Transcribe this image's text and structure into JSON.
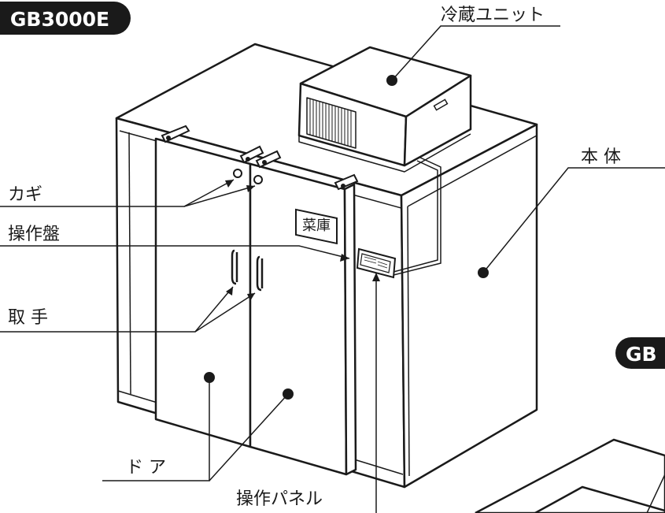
{
  "model_badge": "GB3000E",
  "second_badge": "GB",
  "plate_text": "菜庫",
  "labels": {
    "cooling_unit": "冷蔵ユニット",
    "body": "本 体",
    "key": "カギ",
    "control_board": "操作盤",
    "handle": "取 手",
    "door": "ド ア",
    "control_panel": "操作パネル"
  }
}
